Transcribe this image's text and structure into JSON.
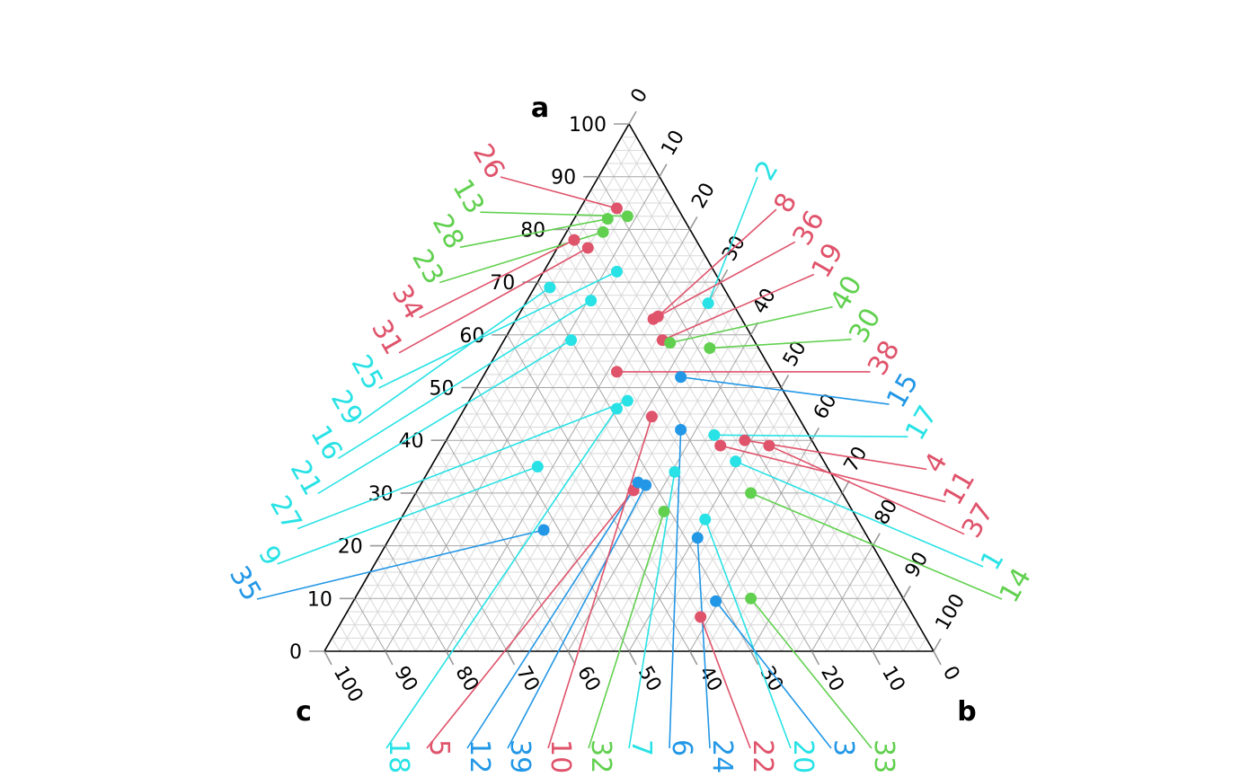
{
  "chart_data": {
    "type": "scatter",
    "subtype": "ternary",
    "axes": [
      {
        "name": "a",
        "vertex": "top"
      },
      {
        "name": "b",
        "vertex": "bottom-right"
      },
      {
        "name": "c",
        "vertex": "bottom-left"
      }
    ],
    "ticks": [
      0,
      10,
      20,
      30,
      40,
      50,
      60,
      70,
      80,
      90,
      100
    ],
    "minor_grid_step": 2.5,
    "grid": true,
    "label_placement": "outside, joined to points by leader lines",
    "group_colors": {
      "red": "#DF536B",
      "green": "#61D04F",
      "blue": "#2297E6",
      "cyan": "#28E2E5"
    },
    "points": [
      {
        "id": "1",
        "a": 36,
        "b": 49.5,
        "color": "#28E2E5",
        "side": "right"
      },
      {
        "id": "2",
        "a": 66,
        "b": 30,
        "color": "#28E2E5",
        "side": "right"
      },
      {
        "id": "3",
        "a": 9.5,
        "b": 59.5,
        "color": "#2297E6",
        "side": "bottom"
      },
      {
        "id": "4",
        "a": 40,
        "b": 49,
        "color": "#DF536B",
        "side": "right"
      },
      {
        "id": "5",
        "a": 30.5,
        "b": 35.5,
        "color": "#DF536B",
        "side": "bottom"
      },
      {
        "id": "6",
        "a": 42,
        "b": 37.5,
        "color": "#2297E6",
        "side": "bottom"
      },
      {
        "id": "7",
        "a": 34,
        "b": 40.5,
        "color": "#28E2E5",
        "side": "bottom"
      },
      {
        "id": "8",
        "a": 63.5,
        "b": 23,
        "color": "#DF536B",
        "side": "right"
      },
      {
        "id": "9",
        "a": 35,
        "b": 17.5,
        "color": "#28E2E5",
        "side": "left"
      },
      {
        "id": "10",
        "a": 44.5,
        "b": 31.5,
        "color": "#DF536B",
        "side": "bottom"
      },
      {
        "id": "11",
        "a": 39,
        "b": 45.5,
        "color": "#DF536B",
        "side": "right"
      },
      {
        "id": "12",
        "a": 32,
        "b": 35.5,
        "color": "#2297E6",
        "side": "bottom"
      },
      {
        "id": "13",
        "a": 82.5,
        "b": 8.5,
        "color": "#61D04F",
        "side": "left"
      },
      {
        "id": "14",
        "a": 30,
        "b": 55,
        "color": "#61D04F",
        "side": "right"
      },
      {
        "id": "15",
        "a": 52,
        "b": 32.5,
        "color": "#2297E6",
        "side": "right"
      },
      {
        "id": "16",
        "a": 66.5,
        "b": 10.5,
        "color": "#28E2E5",
        "side": "left"
      },
      {
        "id": "17",
        "a": 41,
        "b": 43.5,
        "color": "#28E2E5",
        "side": "right"
      },
      {
        "id": "18",
        "a": 46,
        "b": 25,
        "color": "#28E2E5",
        "side": "bottom"
      },
      {
        "id": "19",
        "a": 59,
        "b": 26,
        "color": "#DF536B",
        "side": "right"
      },
      {
        "id": "20",
        "a": 25,
        "b": 50,
        "color": "#28E2E5",
        "side": "bottom"
      },
      {
        "id": "21",
        "a": 59,
        "b": 11,
        "color": "#28E2E5",
        "side": "left"
      },
      {
        "id": "22",
        "a": 6.5,
        "b": 58.5,
        "color": "#DF536B",
        "side": "bottom"
      },
      {
        "id": "23",
        "a": 79.5,
        "b": 6,
        "color": "#61D04F",
        "side": "left"
      },
      {
        "id": "24",
        "a": 21.5,
        "b": 50.5,
        "color": "#2297E6",
        "side": "bottom"
      },
      {
        "id": "25",
        "a": 72,
        "b": 12,
        "color": "#28E2E5",
        "side": "left"
      },
      {
        "id": "26",
        "a": 84,
        "b": 6,
        "color": "#DF536B",
        "side": "left"
      },
      {
        "id": "27",
        "a": 47.5,
        "b": 26,
        "color": "#28E2E5",
        "side": "left"
      },
      {
        "id": "28",
        "a": 82,
        "b": 5.5,
        "color": "#61D04F",
        "side": "left"
      },
      {
        "id": "29",
        "a": 69,
        "b": 2.5,
        "color": "#28E2E5",
        "side": "left"
      },
      {
        "id": "30",
        "a": 57.5,
        "b": 34.5,
        "color": "#61D04F",
        "side": "right"
      },
      {
        "id": "31",
        "a": 76.5,
        "b": 5,
        "color": "#DF536B",
        "side": "left"
      },
      {
        "id": "32",
        "a": 26.5,
        "b": 42.5,
        "color": "#61D04F",
        "side": "bottom"
      },
      {
        "id": "33",
        "a": 10,
        "b": 65,
        "color": "#61D04F",
        "side": "bottom"
      },
      {
        "id": "34",
        "a": 78,
        "b": 2,
        "color": "#DF536B",
        "side": "left"
      },
      {
        "id": "35",
        "a": 23,
        "b": 24.5,
        "color": "#2297E6",
        "side": "left"
      },
      {
        "id": "36",
        "a": 63,
        "b": 22.5,
        "color": "#DF536B",
        "side": "right"
      },
      {
        "id": "37",
        "a": 39,
        "b": 53.5,
        "color": "#DF536B",
        "side": "right"
      },
      {
        "id": "38",
        "a": 53,
        "b": 21.5,
        "color": "#DF536B",
        "side": "right"
      },
      {
        "id": "39",
        "a": 31.5,
        "b": 37,
        "color": "#2297E6",
        "side": "bottom"
      },
      {
        "id": "40",
        "a": 58.5,
        "b": 27.5,
        "color": "#61D04F",
        "side": "right"
      }
    ]
  }
}
